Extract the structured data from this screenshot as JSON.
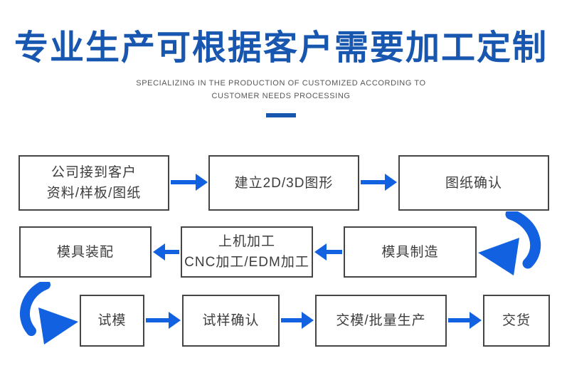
{
  "header": {
    "title": "专业生产可根据客户需要加工定制",
    "subtitle_line1": "SPECIALIZING IN THE PRODUCTION OF CUSTOMIZED ACCORDING TO",
    "subtitle_line2": "CUSTOMER NEEDS PROCESSING"
  },
  "colors": {
    "title_blue": "#1857b0",
    "arrow_blue": "#1161e0",
    "box_border": "#454545",
    "box_text": "#3d3d3d",
    "subtitle_gray": "#585858"
  },
  "flowchart": {
    "steps": [
      {
        "id": "receive-customer-data",
        "line1": "公司接到客户",
        "line2": "资料/样板/图纸"
      },
      {
        "id": "create-2d-3d-drawing",
        "line1": "建立2D/3D图形"
      },
      {
        "id": "drawing-confirmation",
        "line1": "图纸确认"
      },
      {
        "id": "mold-manufacturing",
        "line1": "模具制造"
      },
      {
        "id": "machining",
        "line1": "上机加工",
        "line2": "CNC加工/EDM加工"
      },
      {
        "id": "mold-assembly",
        "line1": "模具装配"
      },
      {
        "id": "trial-mold",
        "line1": "试模"
      },
      {
        "id": "sample-confirmation",
        "line1": "试样确认"
      },
      {
        "id": "mold-delivery-mass-production",
        "line1": "交模/批量生产"
      },
      {
        "id": "delivery",
        "line1": "交货"
      }
    ]
  }
}
